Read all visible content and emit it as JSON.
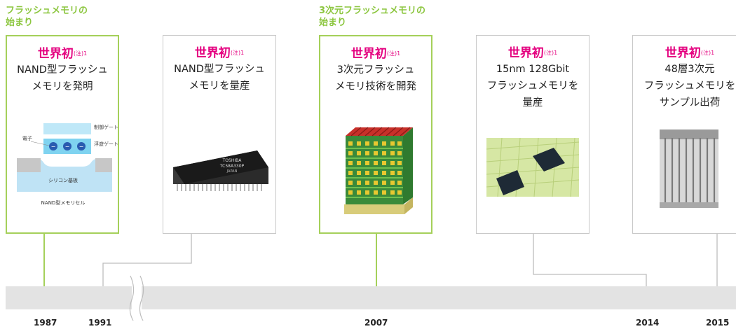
{
  "milestone_labels": [
    {
      "text_line1": "フラッシュメモリの",
      "text_line2": "始まり"
    },
    {
      "text_line1": "3次元フラッシュメモリの",
      "text_line2": "始まり"
    }
  ],
  "cards": [
    {
      "world_first": "世界初",
      "note": "(注)1",
      "desc_lines": [
        "NAND型フラッシュ",
        "メモリを発明"
      ],
      "highlighted": true,
      "image": "nand-memory-cell-diagram"
    },
    {
      "world_first": "世界初",
      "note": "(注)1",
      "desc_lines": [
        "NAND型フラッシュ",
        "メモリを量産"
      ],
      "highlighted": false,
      "image": "toshiba-chip-photo"
    },
    {
      "world_first": "世界初",
      "note": "(注)1",
      "desc_lines": [
        "3次元フラッシュ",
        "メモリ技術を開発"
      ],
      "highlighted": true,
      "image": "3d-memory-structure"
    },
    {
      "world_first": "世界初",
      "note": "(注)1",
      "desc_lines": [
        "15nm 128Gbit",
        "フラッシュメモリを",
        "量産"
      ],
      "highlighted": false,
      "image": "chips-on-wafer-photo"
    },
    {
      "world_first": "世界初",
      "note": "(注)1",
      "desc_lines": [
        "48層3次元",
        "フラッシュメモリを",
        "サンプル出荷"
      ],
      "highlighted": false,
      "image": "cross-section-photo"
    }
  ],
  "diagram_labels": {
    "control_gate": "制御ゲート",
    "floating_gate": "浮遊ゲート",
    "electron": "電子",
    "substrate": "シリコン基板",
    "cell_name": "NAND型メモリセル"
  },
  "chip_marking": {
    "line1": "TOSHIBA",
    "line2": "TC58A330P",
    "line3": "JAPAN"
  },
  "years": [
    "1987",
    "1991",
    "2007",
    "2014",
    "2015"
  ],
  "colors": {
    "accent_green": "#8cc63f",
    "highlight_border": "#a5d05a",
    "world_first_pink": "#e4007f",
    "bar_gray": "#e3e3e3",
    "connector_gray": "#bdbdbd"
  }
}
